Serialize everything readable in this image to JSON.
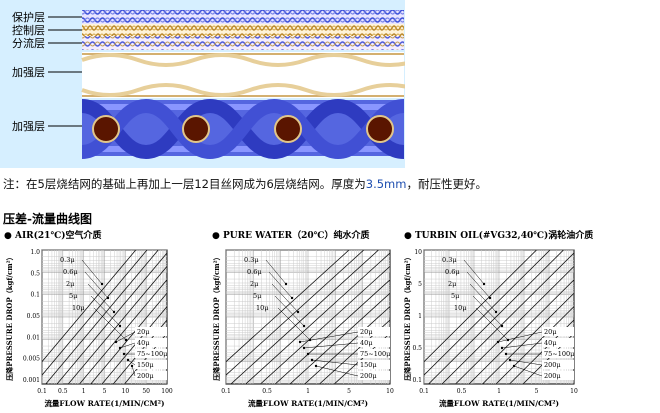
{
  "layers": [
    {
      "label": "保护层"
    },
    {
      "label": "控制层"
    },
    {
      "label": "分流层"
    },
    {
      "label": "加强层"
    },
    {
      "label": "加强层"
    }
  ],
  "note": {
    "prefix": "注：在5层烧结网的基础上再加上一层12目丝网成为6层烧结网。厚度为",
    "highlight": "3.5mm",
    "suffix": "，耐压性更好。"
  },
  "section_title": "压差-流量曲线图",
  "colors": {
    "mesh_blue": "#3b4fd8",
    "cross_bg": "#d6efff",
    "wire_brown": "#5a1500",
    "rod_tan": "#e2c68a"
  },
  "chart_data": [
    {
      "type": "line",
      "title": "● AIR(21℃)空气介质",
      "xlabel": "流量FLOW RATE(1/MIN/CM²)",
      "ylabel": "压降PRESSURE DROP（kgf/cm²）",
      "x_ticks": [
        "0.1",
        "0.5",
        "1",
        "5",
        "10",
        "50",
        "100"
      ],
      "y_ticks": [
        "1.0",
        "0.5",
        "0.1",
        "0.05",
        "0.01",
        "0.005",
        "0.001"
      ],
      "xlim": [
        0.1,
        100
      ],
      "ylim": [
        0.001,
        1.0
      ],
      "series_labels_left": [
        "0.3μ",
        "0.6μ",
        "2μ",
        "5μ",
        "10μ"
      ],
      "series_labels_right": [
        "20μ",
        "40μ",
        "75~100μ",
        "150μ",
        "200μ"
      ]
    },
    {
      "type": "line",
      "title": "● PURE WATER（20℃）纯水介质",
      "xlabel": "流量FLOW RATE(1/MIN/CM²)",
      "ylabel": "压降PRESSURE DROP（kgf/cm²）",
      "x_ticks": [
        "0.1",
        "0.5",
        "1",
        "5",
        "10"
      ],
      "y_ticks": [],
      "xlim": [
        0.1,
        10
      ],
      "series_labels_left": [
        "0.3μ",
        "0.6μ",
        "2μ",
        "5μ",
        "10μ"
      ],
      "series_labels_right": [
        "20μ",
        "40μ",
        "75~100μ",
        "150μ",
        "200μ"
      ]
    },
    {
      "type": "line",
      "title": "● TURBIN OIL(#VG32,40℃)涡轮油介质",
      "xlabel": "流量FLOW RATE(1/MIN/CM²)",
      "ylabel": "压降PRESSURE DROP（kgf/cm²）",
      "x_ticks": [
        "0.1",
        "0.5",
        "1",
        "5",
        "10"
      ],
      "y_ticks": [
        "10",
        "5",
        "1",
        "0.5",
        "0.1"
      ],
      "xlim": [
        0.1,
        10
      ],
      "series_labels_left": [
        "0.3μ",
        "0.6μ",
        "2μ",
        "5μ",
        "10μ"
      ],
      "series_labels_right": [
        "20μ",
        "40μ",
        "75~100μ",
        "200μ",
        "200μ"
      ]
    }
  ]
}
